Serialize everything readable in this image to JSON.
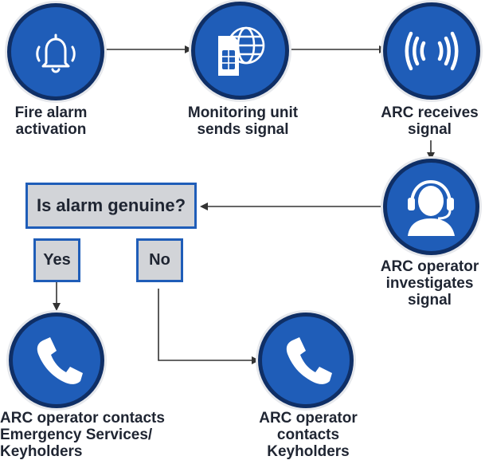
{
  "nodes": {
    "fire_alarm": {
      "label": "Fire alarm\nactivation",
      "icon": "bell-icon"
    },
    "monitoring": {
      "label": "Monitoring unit\nsends signal",
      "icon": "sim-globe-icon"
    },
    "arc_receives": {
      "label": "ARC receives\nsignal",
      "icon": "signal-waves-icon"
    },
    "arc_operator": {
      "label": "ARC operator\ninvestigates\nsignal",
      "icon": "headset-operator-icon"
    },
    "contact_emergency": {
      "label": "ARC operator contacts\nEmergency Services/\nKeyholders",
      "icon": "phone-icon"
    },
    "contact_keyholders": {
      "label": "ARC operator\ncontacts\nKeyholders",
      "icon": "phone-icon"
    }
  },
  "decision": {
    "question": "Is alarm genuine?",
    "yes": "Yes",
    "no": "No"
  },
  "colors": {
    "primary": "#1f5db8",
    "ring": "#0f2f66",
    "box_fill": "#d2d4d8",
    "text": "#1f2532",
    "line": "#333333"
  }
}
